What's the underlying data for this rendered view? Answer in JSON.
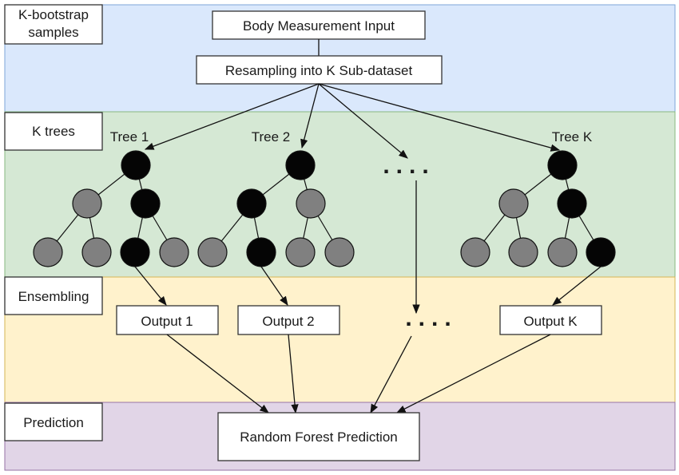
{
  "colors": {
    "band_bootstrap": "#dae8fc",
    "band_bootstrap_border": "#7ea6d8",
    "band_trees": "#d5e8d4",
    "band_trees_border": "#88b87f",
    "band_ensembling": "#fff2cc",
    "band_ensembling_border": "#d6b656",
    "band_prediction": "#e1d5e7",
    "band_prediction_border": "#9673a6",
    "node_black": "#050505",
    "node_gray": "#808080"
  },
  "sections": {
    "bootstrap": {
      "label_line1": "K-bootstrap",
      "label_line2": "samples"
    },
    "trees": {
      "label": "K trees"
    },
    "ensembling": {
      "label": "Ensembling"
    },
    "prediction": {
      "label": "Prediction"
    }
  },
  "boxes": {
    "input": "Body Measurement Input",
    "resampling": "Resampling into K Sub-dataset",
    "output1": "Output 1",
    "output2": "Output 2",
    "outputK": "Output K",
    "final": "Random Forest Prediction"
  },
  "trees": {
    "tree1": "Tree 1",
    "tree2": "Tree 2",
    "treeK": "Tree K",
    "ellipsis": "...."
  },
  "ensembling": {
    "ellipsis": "...."
  }
}
